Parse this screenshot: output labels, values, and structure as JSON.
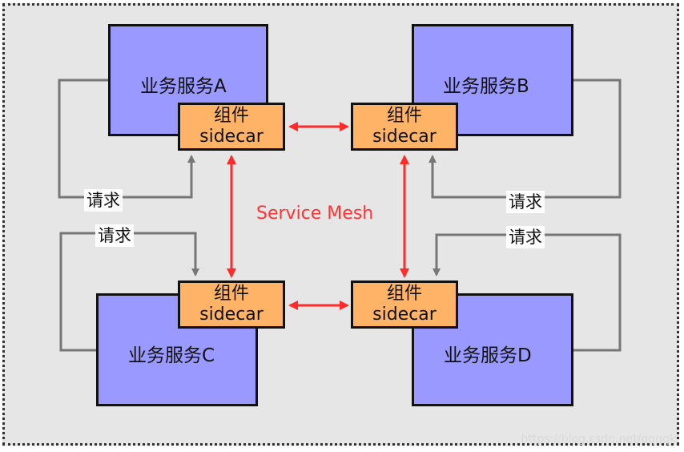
{
  "services": {
    "a": "业务服务A",
    "b": "业务服务B",
    "c": "业务服务C",
    "d": "业务服务D"
  },
  "sidecar": {
    "line1": "组件",
    "line2": "sidecar"
  },
  "request_label": "请求",
  "mesh_label": "Service Mesh",
  "watermark": "https://blog.csdn.net/qqqqk",
  "colors": {
    "service_fill": "#9999ff",
    "sidecar_fill": "#ffb366",
    "mesh_arrow": "#ff2a2a",
    "request_arrow": "#777777",
    "background": "#e6e6e6"
  }
}
